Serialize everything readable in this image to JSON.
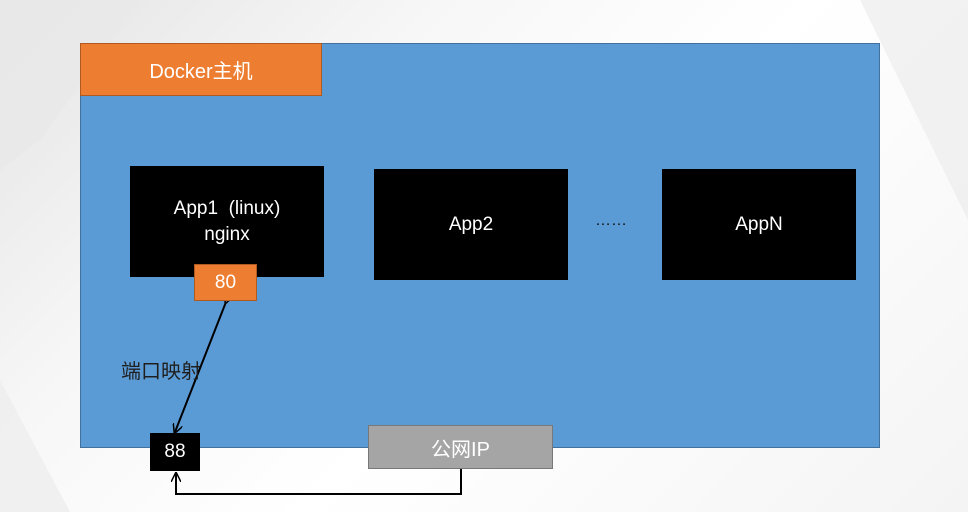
{
  "host": {
    "label": "Docker主机"
  },
  "apps": [
    {
      "line1": "App1  (linux)",
      "line2": "nginx"
    },
    {
      "line1": "App2",
      "line2": ""
    },
    {
      "line1": "AppN",
      "line2": ""
    }
  ],
  "ellipsis": "……",
  "ports": {
    "container_port": "80",
    "host_port": "88"
  },
  "public_ip_label": "公网IP",
  "mapping_label": "端口映射",
  "colors": {
    "host_fill": "#5b9bd5",
    "host_label_fill": "#ed7d31",
    "app_fill": "#000000",
    "port_container_fill": "#ed7d31",
    "port_host_fill": "#000000",
    "public_ip_fill": "#a5a5a5"
  }
}
